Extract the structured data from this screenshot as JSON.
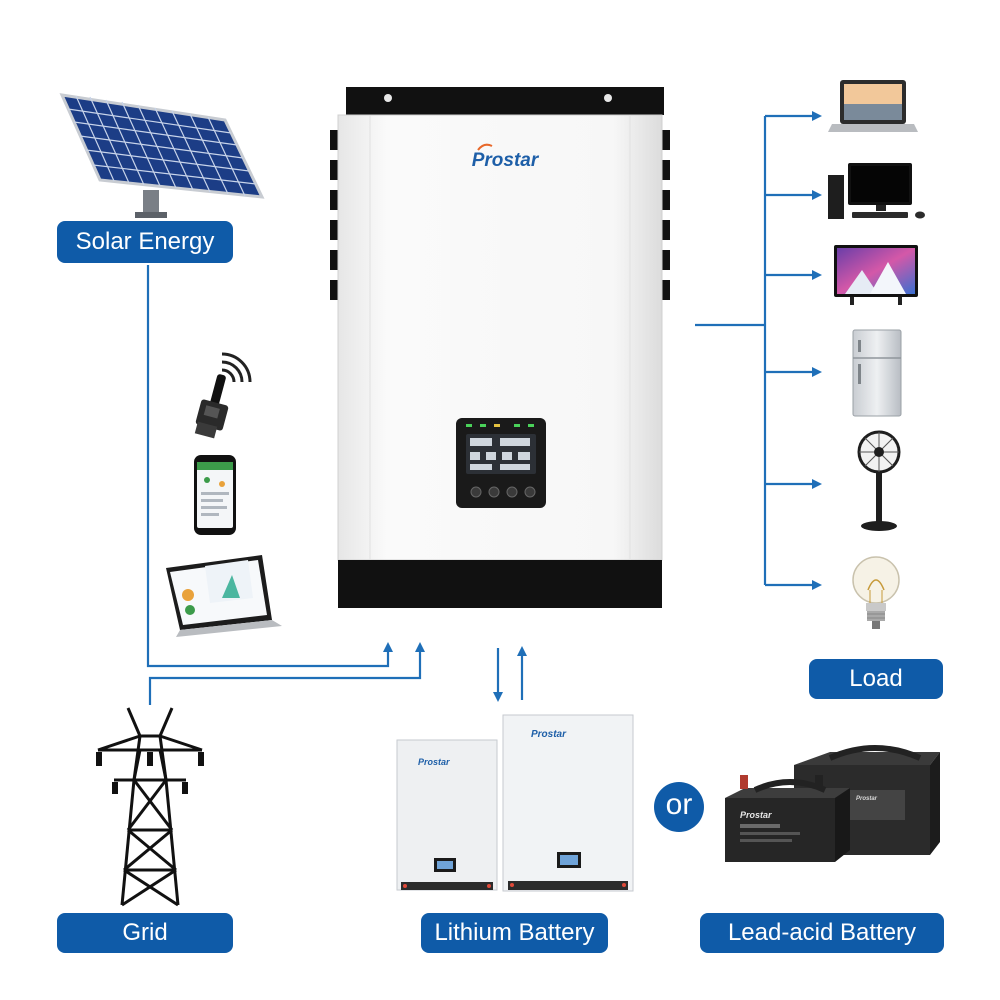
{
  "labels": {
    "solar": "Solar Energy",
    "load": "Load",
    "grid": "Grid",
    "lithium": "Lithium Battery",
    "lead_acid": "Lead-acid Battery",
    "or": "or"
  },
  "brand": {
    "inverter_logo": "Prostar",
    "battery_logo": "Prostar",
    "lead_acid_logo": "Prostar"
  },
  "load_devices": [
    "laptop-icon",
    "desktop-computer-icon",
    "television-icon",
    "refrigerator-icon",
    "fan-icon",
    "light-bulb-icon"
  ],
  "monitoring_devices": [
    "wifi-dongle-icon",
    "smartphone-app-icon",
    "laptop-dashboard-icon"
  ],
  "colors": {
    "accent": "#0f5ba8",
    "line": "#1f6fb8",
    "inverter_body": "#f2f2f2",
    "inverter_dark": "#111111"
  }
}
